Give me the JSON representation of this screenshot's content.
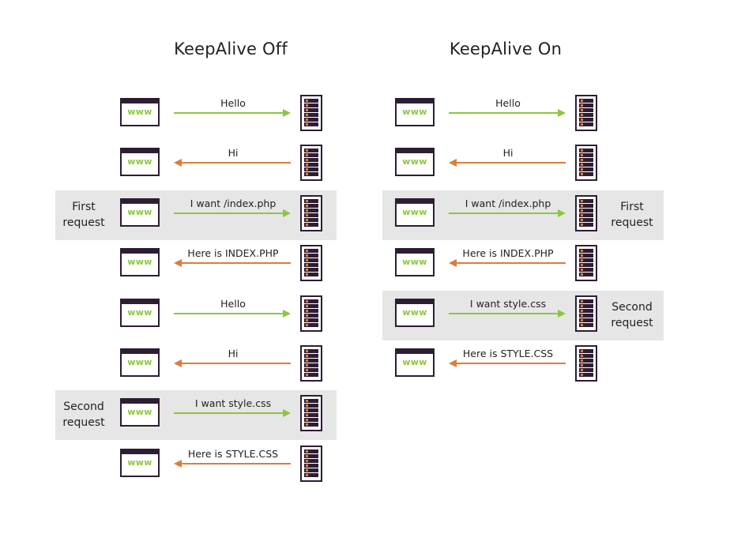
{
  "colors": {
    "request": "#8dc63f",
    "response": "#e07b39",
    "dark": "#2d1d33",
    "band": "#e6e6e6"
  },
  "icons": {
    "client": "www-browser-icon",
    "server": "server-rack-icon"
  },
  "browser_label": "www",
  "panels": [
    {
      "title": "KeepAlive Off",
      "messages": [
        {
          "text": "Hello",
          "dir": "request"
        },
        {
          "text": "Hi",
          "dir": "response"
        },
        {
          "text": "I want /index.php",
          "dir": "request"
        },
        {
          "text": "Here is INDEX.PHP",
          "dir": "response"
        },
        {
          "text": "Hello",
          "dir": "request"
        },
        {
          "text": "Hi",
          "dir": "response"
        },
        {
          "text": "I want style.css",
          "dir": "request"
        },
        {
          "text": "Here is STYLE.CSS",
          "dir": "response"
        }
      ],
      "highlights": [
        {
          "row": 2,
          "label_line1": "First",
          "label_line2": "request"
        },
        {
          "row": 6,
          "label_line1": "Second",
          "label_line2": "request"
        }
      ]
    },
    {
      "title": "KeepAlive On",
      "messages": [
        {
          "text": "Hello",
          "dir": "request"
        },
        {
          "text": "Hi",
          "dir": "response"
        },
        {
          "text": "I want /index.php",
          "dir": "request"
        },
        {
          "text": "Here is INDEX.PHP",
          "dir": "response"
        },
        {
          "text": "I want style.css",
          "dir": "request"
        },
        {
          "text": "Here is STYLE.CSS",
          "dir": "response"
        }
      ],
      "highlights": [
        {
          "row": 2,
          "label_line1": "First",
          "label_line2": "request"
        },
        {
          "row": 4,
          "label_line1": "Second",
          "label_line2": "request"
        }
      ]
    }
  ]
}
